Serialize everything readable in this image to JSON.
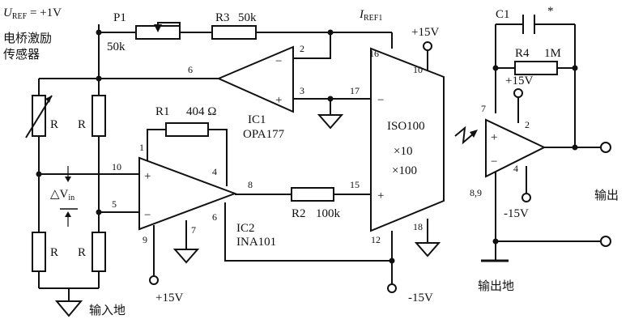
{
  "labels": {
    "uref": "U",
    "uref_sub": "REF",
    "uref_value": " = +1V",
    "bridge_line1": "电桥激励",
    "bridge_line2": "传感器",
    "p1": "P1",
    "p1_value": "50k",
    "r3": "R3",
    "r3_value": "50k",
    "iref": "I",
    "iref_sub": "REF1",
    "ic1_name": "IC1",
    "ic1_part": "OPA177",
    "r1": "R1",
    "r1_value": "404 Ω",
    "ic2_name": "IC2",
    "ic2_part": "INA101",
    "r2": "R2",
    "r2_value": "100k",
    "iso_name": "ISO100",
    "iso_gain1": "×10",
    "iso_gain2": "×100",
    "c1": "C1",
    "c1_mark": "*",
    "r4": "R4",
    "r4_value": "1M",
    "r_bridge": "R",
    "delta_v": "△V",
    "delta_v_sub": "in",
    "plus15": "+15V",
    "minus15": "-15V",
    "out_label": "输出",
    "out_gnd": "输出地",
    "in_gnd": "输入地",
    "minus_sign": "−",
    "plus_sign": "+"
  },
  "pins": {
    "p2": "2",
    "p3": "3",
    "p6a": "6",
    "p16": "16",
    "p17": "17",
    "p10a": "10",
    "p15": "15",
    "p18": "18",
    "p12": "12",
    "p1": "1",
    "p4": "4",
    "p10": "10",
    "p5": "5",
    "p6": "6",
    "p8": "8",
    "p7": "7",
    "p9": "9",
    "op_p7": "7",
    "op_p2": "2",
    "op_p4": "4",
    "op_p89": "8,9"
  }
}
